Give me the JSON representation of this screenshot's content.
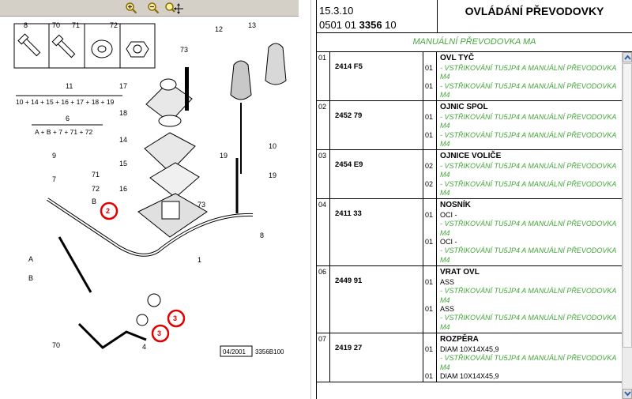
{
  "toolbar": {
    "zoom_in": "zoom-in-icon",
    "zoom_out": "zoom-out-icon",
    "zoom_pan": "zoom-pan-icon"
  },
  "diagram": {
    "callouts": [
      "8",
      "70",
      "71",
      "72",
      "73",
      "12",
      "13",
      "11",
      "6",
      "17",
      "18",
      "14",
      "15",
      "16",
      "10",
      "19",
      "9",
      "71",
      "7",
      "72",
      "B",
      "2",
      "73",
      "19",
      "8",
      "1",
      "A",
      "B",
      "3",
      "3",
      "70",
      "4"
    ],
    "formula_11": "10 + 14 + 15 + 16 + 17 + 18 + 19",
    "formula_6": "A + B + 7 + 71 + 72",
    "stamp_date": "04/2001",
    "stamp_ref": "3356B100",
    "highlight_color": "#e00000"
  },
  "header": {
    "date": "15.3.10",
    "code_prefix": "0501 01",
    "code_bold": "3356",
    "code_suffix": "10",
    "title": "OVLÁDÁNÍ PŘEVODOVKY"
  },
  "subtitle": "MANUÁLNÍ PŘEVODOVKA MA",
  "colors": {
    "green_text": "#44a63a"
  },
  "parts": [
    {
      "num": "01",
      "part": "2414 F5",
      "name": "OVL TYČ",
      "lines": [
        {
          "q": "01",
          "text": "- VSTŘIKOVÁNÍ TU5JP4 A MANUÁLNÍ PŘEVODOVKA"
        },
        {
          "q": "",
          "text": "M4"
        },
        {
          "q": "01",
          "text": "- VSTŘIKOVÁNÍ TU5JP4 A MANUÁLNÍ PŘEVODOVKA"
        },
        {
          "q": "",
          "text": "M4"
        }
      ]
    },
    {
      "num": "02",
      "part": "2452 79",
      "name": "OJNIC SPOL",
      "lines": [
        {
          "q": "01",
          "text": "- VSTŘIKOVÁNÍ TU5JP4 A MANUÁLNÍ PŘEVODOVKA"
        },
        {
          "q": "",
          "text": "M4"
        },
        {
          "q": "01",
          "text": "- VSTŘIKOVÁNÍ TU5JP4 A MANUÁLNÍ PŘEVODOVKA"
        },
        {
          "q": "",
          "text": "M4"
        }
      ]
    },
    {
      "num": "03",
      "part": "2454 E9",
      "name": "OJNICE VOLIČE",
      "lines": [
        {
          "q": "02",
          "text": "- VSTŘIKOVÁNÍ TU5JP4 A MANUÁLNÍ PŘEVODOVKA"
        },
        {
          "q": "",
          "text": "M4"
        },
        {
          "q": "02",
          "text": "- VSTŘIKOVÁNÍ TU5JP4 A MANUÁLNÍ PŘEVODOVKA"
        },
        {
          "q": "",
          "text": "M4"
        }
      ]
    },
    {
      "num": "04",
      "part": "2411 33",
      "name": "NOSNÍK",
      "lines": [
        {
          "q": "01",
          "text": "OCI -",
          "black": true
        },
        {
          "q": "",
          "text": "- VSTŘIKOVÁNÍ TU5JP4 A MANUÁLNÍ PŘEVODOVKA"
        },
        {
          "q": "",
          "text": "M4"
        },
        {
          "q": "01",
          "text": "OCI -",
          "black": true
        },
        {
          "q": "",
          "text": "- VSTŘIKOVÁNÍ TU5JP4 A MANUÁLNÍ PŘEVODOVKA"
        },
        {
          "q": "",
          "text": "M4"
        }
      ]
    },
    {
      "num": "06",
      "part": "2449 91",
      "name": "VRAT OVL",
      "lines": [
        {
          "q": "01",
          "text": "ASS",
          "black": true
        },
        {
          "q": "",
          "text": "- VSTŘIKOVÁNÍ TU5JP4 A MANUÁLNÍ PŘEVODOVKA"
        },
        {
          "q": "",
          "text": "M4"
        },
        {
          "q": "01",
          "text": "ASS",
          "black": true
        },
        {
          "q": "",
          "text": "- VSTŘIKOVÁNÍ TU5JP4 A MANUÁLNÍ PŘEVODOVKA"
        },
        {
          "q": "",
          "text": "M4"
        }
      ]
    },
    {
      "num": "07",
      "part": "2419 27",
      "name": "ROZPĚRA",
      "lines": [
        {
          "q": "01",
          "text": "DIAM 10X14X45,9",
          "black": true
        },
        {
          "q": "",
          "text": "- VSTŘIKOVÁNÍ TU5JP4 A MANUÁLNÍ PŘEVODOVKA"
        },
        {
          "q": "",
          "text": "M4"
        },
        {
          "q": "01",
          "text": "DIAM 10X14X45,9",
          "black": true
        }
      ]
    }
  ]
}
